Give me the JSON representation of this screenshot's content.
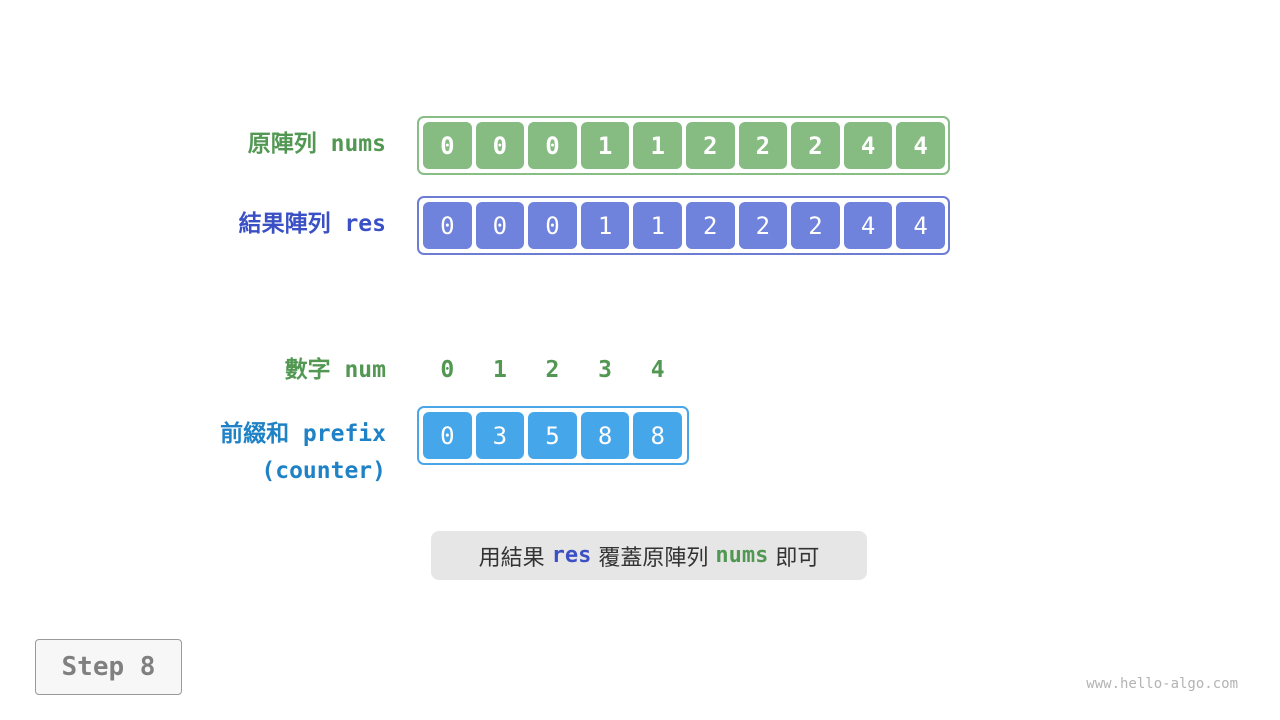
{
  "labels": {
    "nums": "原陣列 nums",
    "res": "結果陣列 res",
    "num": "數字 num",
    "prefix_line1": "前綴和 prefix",
    "prefix_line2": "(counter)"
  },
  "nums": [
    "0",
    "0",
    "0",
    "1",
    "1",
    "2",
    "2",
    "2",
    "4",
    "4"
  ],
  "res": [
    "0",
    "0",
    "0",
    "1",
    "1",
    "2",
    "2",
    "2",
    "4",
    "4"
  ],
  "num_indices": [
    "0",
    "1",
    "2",
    "3",
    "4"
  ],
  "prefix": [
    "0",
    "3",
    "5",
    "8",
    "8"
  ],
  "note": {
    "part1": "用結果 ",
    "kw_res": "res",
    "part2": " 覆蓋原陣列 ",
    "kw_nums": "nums",
    "part3": " 即可"
  },
  "step_label": "Step 8",
  "watermark": "www.hello-algo.com",
  "colors": {
    "nums_cell": "#86bb82",
    "res_cell": "#6f82dc",
    "prefix_cell": "#46a6ea",
    "green_text": "#529853",
    "blue_text": "#3a50c4",
    "lightblue_text": "#1f82c6"
  }
}
